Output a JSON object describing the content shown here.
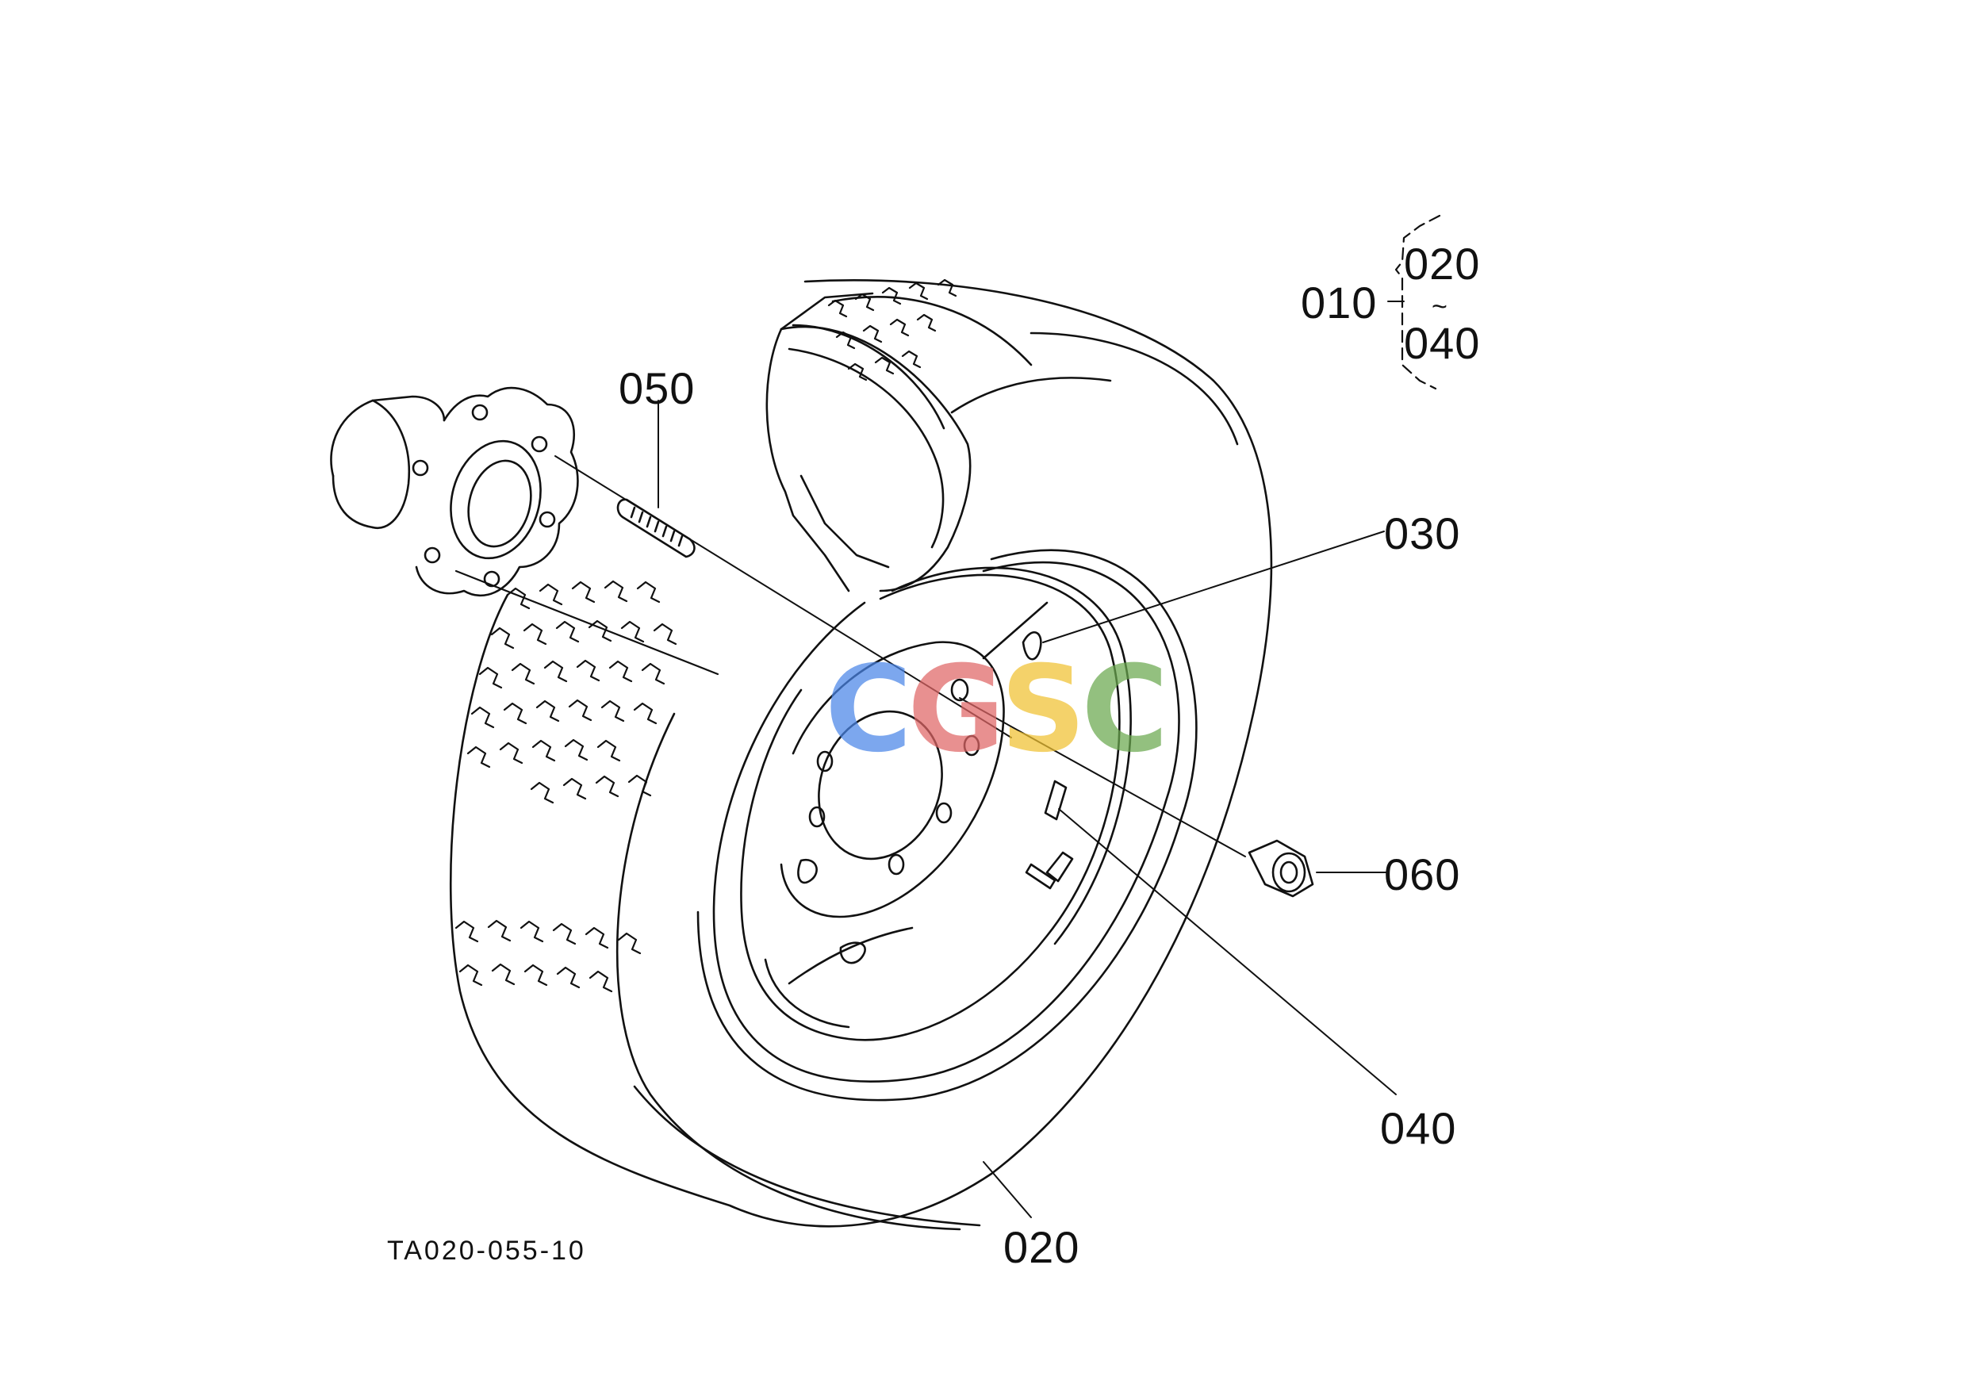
{
  "figure_code": "TA020-055-10",
  "callouts": {
    "c010": "010",
    "c020_range": "020",
    "range_sep": "~",
    "c040_range": "040",
    "c030": "030",
    "c050": "050",
    "c060": "060",
    "c040": "040",
    "c020": "020"
  },
  "watermark": {
    "letters": [
      "C",
      "G",
      "S",
      "C"
    ],
    "colors": [
      "#4a86e8",
      "#e06666",
      "#f1c232",
      "#6aa84f"
    ]
  }
}
